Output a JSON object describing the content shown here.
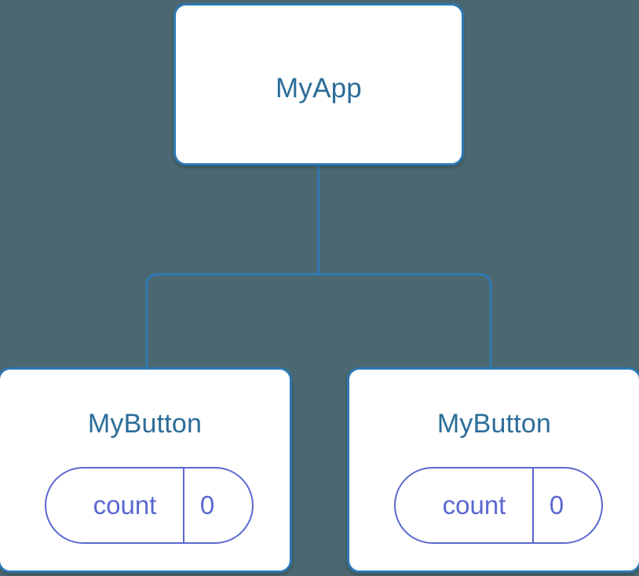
{
  "diagram": {
    "type": "component-tree",
    "background_color": "#4b6870",
    "node_border_color": "#2d78b2",
    "node_fill_color": "#ffffff",
    "node_title_color": "#2c6d99",
    "edge_color": "#2d78b2",
    "pill_color": "#5b68d0",
    "root": {
      "label": "MyApp"
    },
    "children": [
      {
        "label": "MyButton",
        "state": {
          "key": "count",
          "value": "0"
        }
      },
      {
        "label": "MyButton",
        "state": {
          "key": "count",
          "value": "0"
        }
      }
    ]
  }
}
